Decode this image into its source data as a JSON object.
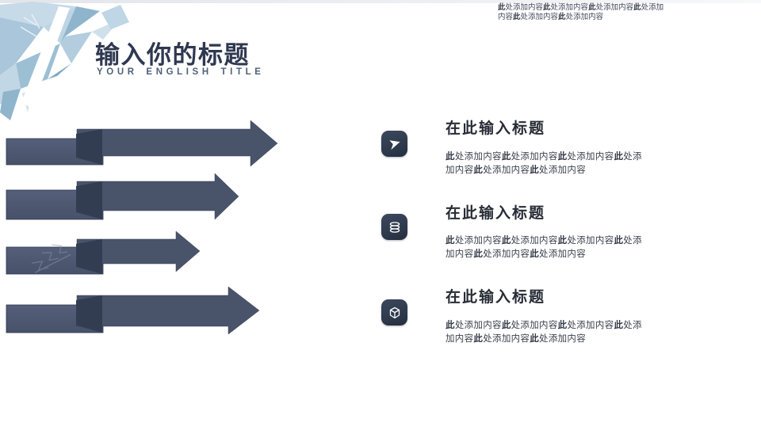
{
  "header": {
    "title": "输入你的标题",
    "subtitle": "YOUR ENGLISH TITLE"
  },
  "top_note": {
    "segments": [
      {
        "b": "此",
        "t": "处添加内容"
      },
      {
        "b": "此",
        "t": "处添加内容"
      },
      {
        "b": "此",
        "t": "处添加内容"
      },
      {
        "b": "此",
        "t": "处添加内容"
      },
      {
        "b": "此",
        "t": "处添加内容"
      },
      {
        "b": "此",
        "t": "处添加内容"
      }
    ]
  },
  "blocks": [
    {
      "icon": "cursor-icon",
      "title": "在此输入标题",
      "body": [
        {
          "b": "此",
          "t": "处添加内容"
        },
        {
          "b": "此",
          "t": "处添加内容"
        },
        {
          "b": "此",
          "t": "处添加内容"
        },
        {
          "b": "此",
          "t": "处添加内容"
        },
        {
          "b": "此",
          "t": "处添加内容"
        },
        {
          "b": "此",
          "t": "处添加内容"
        }
      ]
    },
    {
      "icon": "layers-icon",
      "title": "在此输入标题",
      "body": [
        {
          "b": "此",
          "t": "处添加内容"
        },
        {
          "b": "此",
          "t": "处添加内容"
        },
        {
          "b": "此",
          "t": "处添加内容"
        },
        {
          "b": "此",
          "t": "处添加内容"
        },
        {
          "b": "此",
          "t": "处添加内容"
        },
        {
          "b": "此",
          "t": "处添加内容"
        }
      ]
    },
    {
      "icon": "cube-icon",
      "title": "在此输入标题",
      "body": [
        {
          "b": "此",
          "t": "处添加内容"
        },
        {
          "b": "此",
          "t": "处添加内容"
        },
        {
          "b": "此",
          "t": "处添加内容"
        },
        {
          "b": "此",
          "t": "处添加内容"
        },
        {
          "b": "此",
          "t": "处添加内容"
        },
        {
          "b": "此",
          "t": "处添加内容"
        }
      ]
    }
  ],
  "arrows": {
    "count": 4,
    "direction": "right"
  },
  "colors": {
    "title_navy": "#2f3850",
    "subtitle_gray_blue": "#50607a",
    "arrow_body": "#49536a",
    "arrow_fold": "#333d52",
    "arrow_tail_light": "#515c76",
    "icon_box_navy": "#2c3749",
    "block_title": "#272c36",
    "body_text": "#3c424d",
    "poly_blue_light": "#cfe0eb",
    "poly_blue_mid": "#a9c6da",
    "poly_blue_deep": "#8fb5cd"
  }
}
